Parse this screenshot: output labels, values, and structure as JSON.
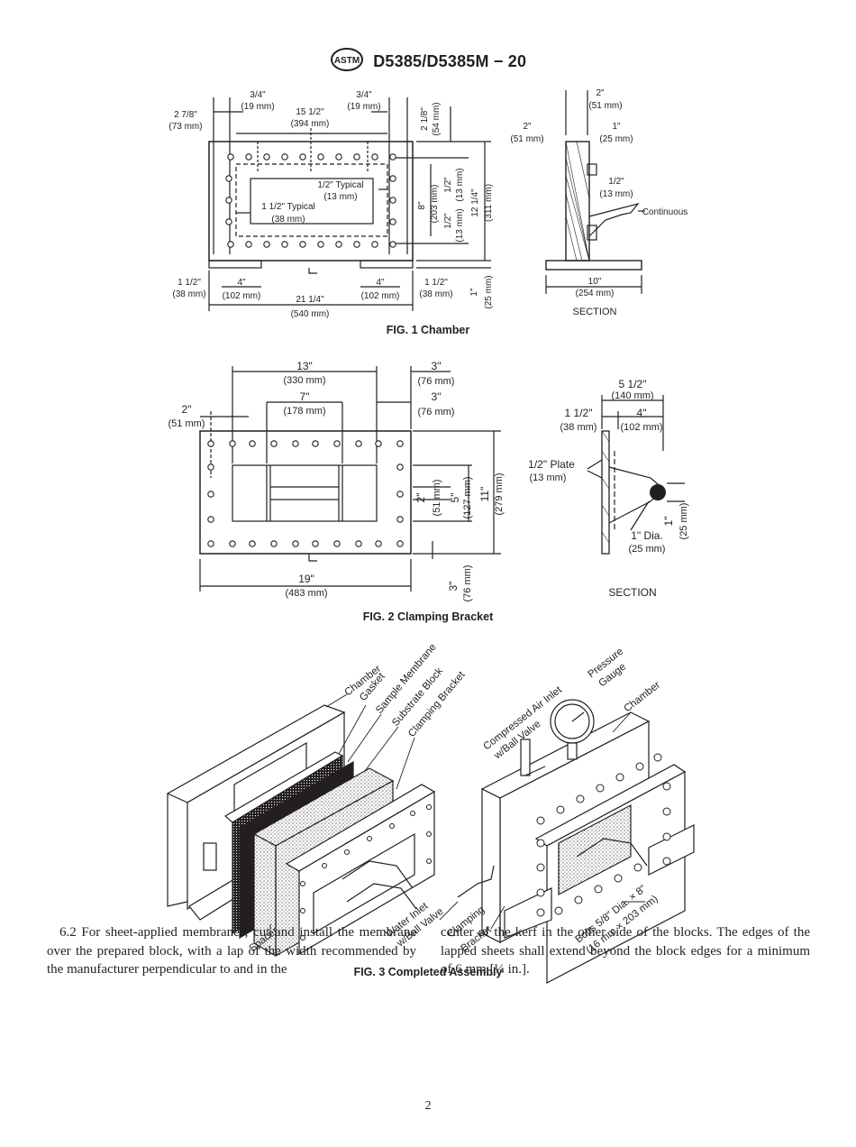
{
  "header": {
    "logo_text": "ASTM",
    "designation": "D5385/D5385M − 20"
  },
  "fig1": {
    "caption": "FIG. 1  Chamber",
    "labels": {
      "d34a": "3/4\"",
      "d34a_mm": "(19 mm)",
      "d34b": "3/4\"",
      "d34b_mm": "(19 mm)",
      "d1512": "15 1/2\"",
      "d1512_mm": "(394 mm)",
      "d278": "2 7/8\"",
      "d278_mm": "(73 mm)",
      "d218": "2 1/8\"",
      "d218_mm": "(54 mm)",
      "typ12": "1/2\" Typical",
      "typ12_mm": "(13 mm)",
      "typ112": "1 1/2\" Typical",
      "typ112_mm": "(38 mm)",
      "d8": "8\"",
      "d8_mm": "(203 mm)",
      "d12a": "1/2\"",
      "d12a_mm": "(13 mm)",
      "d12b": "1/2\"",
      "d12b_mm": "(13 mm)",
      "d1214": "12 1/4\"",
      "d1214_mm": "(311 mm)",
      "d112a": "1 1/2\"",
      "d112a_mm": "(38 mm)",
      "d4a": "4\"",
      "d4a_mm": "(102 mm)",
      "d4b": "4\"",
      "d4b_mm": "(102 mm)",
      "d112b": "1 1/2\"",
      "d112b_mm": "(38 mm)",
      "d1": "1\"",
      "d1_mm": "(25 mm)",
      "d2114": "21 1/4\"",
      "d2114_mm": "(540 mm)",
      "s2a": "2\"",
      "s2a_mm": "(51 mm)",
      "s2b": "2\"",
      "s2b_mm": "(51 mm)",
      "s1": "1\"",
      "s1_mm": "(25 mm)",
      "s12": "1/2\"",
      "s12_mm": "(13 mm)",
      "continuous": "Continuous",
      "s10": "10\"",
      "s10_mm": "(254 mm)",
      "section": "SECTION"
    }
  },
  "fig2": {
    "caption": "FIG. 2  Clamping Bracket",
    "labels": {
      "d13": "13\"",
      "d13_mm": "(330 mm)",
      "d7": "7\"",
      "d7_mm": "(178 mm)",
      "d3a": "3\"",
      "d3a_mm": "(76 mm)",
      "d3b": "3\"",
      "d3b_mm": "(76 mm)",
      "d2": "2\"",
      "d2_mm": "(51 mm)",
      "v2": "2\"",
      "v2_mm": "(51 mm)",
      "v5": "5\"",
      "v5_mm": "(127 mm)",
      "v11": "11\"",
      "v11_mm": "(279 mm)",
      "d19": "19\"",
      "d19_mm": "(483 mm)",
      "v3": "3\"",
      "v3_mm": "(76 mm)",
      "s512": "5 1/2\"",
      "s512_mm": "(140 mm)",
      "s112": "1 1/2\"",
      "s112_mm": "(38 mm)",
      "s4": "4\"",
      "s4_mm": "(102 mm)",
      "plate": "1/2\" Plate",
      "plate_mm": "(13 mm)",
      "dia": "1\" Dia.",
      "dia_mm": "(25 mm)",
      "s1": "1\"",
      "s1_mm": "(25 mm)",
      "section": "SECTION"
    }
  },
  "fig3": {
    "caption": "FIG. 3  Completed Assembly",
    "labels": {
      "chamber_left": "Chamber",
      "gasket": "Gasket",
      "sample_membrane": "Sample Membrane",
      "substrate_block": "Substrate Block",
      "clamping_bracket_top": "Clamping Bracket",
      "air_inlet_1": "Compressed Air Inlet",
      "air_inlet_2": "w/Ball Valve",
      "pressure_1": "Pressure",
      "pressure_2": "Gauge",
      "chamber_right": "Chamber",
      "spacer": "Spacer",
      "water_1": "Water Inlet",
      "water_2": "w/Ball Valve",
      "clamping_1": "Clamping",
      "clamping_2": "Bracket",
      "bolts_1": "Bolts 5/8\" Dia. × 8\"",
      "bolts_2": "(16 mm × 203 mm)"
    }
  },
  "body_text": {
    "left": "6.2 For sheet-applied membranes, cut and install the membrane over the prepared block, with a lap of the width recommended by the manufacturer perpendicular to and in the",
    "right": "center of the kerf in the other side of the blocks. The edges of the lapped sheets shall extend beyond the block edges for a minimum of 6 mm [¼ in.]."
  },
  "page_number": "2"
}
